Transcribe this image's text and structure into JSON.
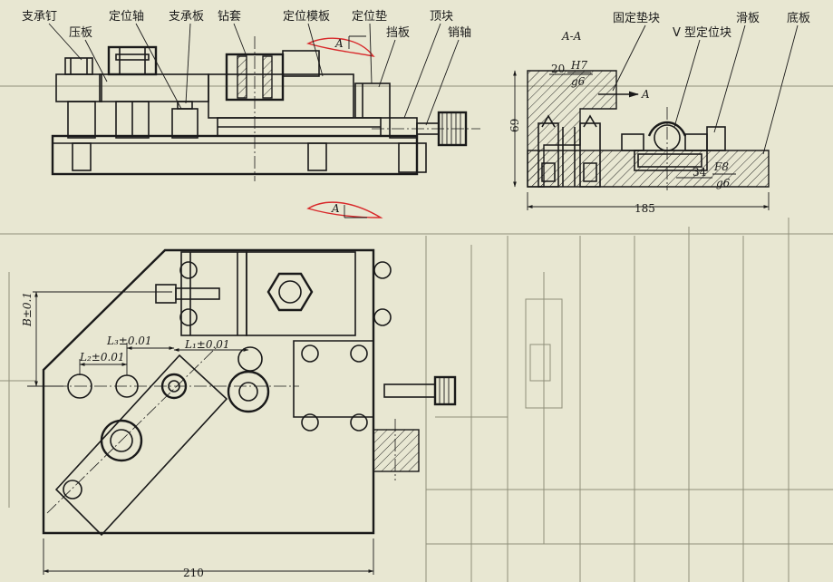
{
  "labels": {
    "support_pin": "支承钉",
    "press_plate": "压板",
    "locating_shaft": "定位轴",
    "support_plate": "支承板",
    "drill_sleeve": "钻套",
    "locating_template": "定位模板",
    "locating_pad": "定位垫",
    "stop_plate": "挡板",
    "top_block": "顶块",
    "pin_shaft": "销轴",
    "section_title": "A-A",
    "fixed_pad_block": "固定垫块",
    "v_locating_block": "V 型定位块",
    "slide_plate": "滑板",
    "base_plate": "底板"
  },
  "dims": {
    "fit_h7": "H7",
    "fit_g6": "g6",
    "dim_20": "20",
    "cut_a": "A",
    "dim_69": "69",
    "dim_34": "34",
    "fit_f8": "F8",
    "fit_g6_b": "g6",
    "dim_185": "185",
    "dim_b": "B±0.1",
    "dim_l3": "L₃±0.01",
    "dim_l1": "L₁±0.01",
    "dim_l2": "L₂±0.01",
    "dim_210": "210"
  },
  "section_marks": {
    "top": "A",
    "bottom": "A"
  },
  "colors": {
    "paper": "#e8e7d2",
    "ink": "#1a1a1a",
    "annotation_red": "#d8282a"
  }
}
